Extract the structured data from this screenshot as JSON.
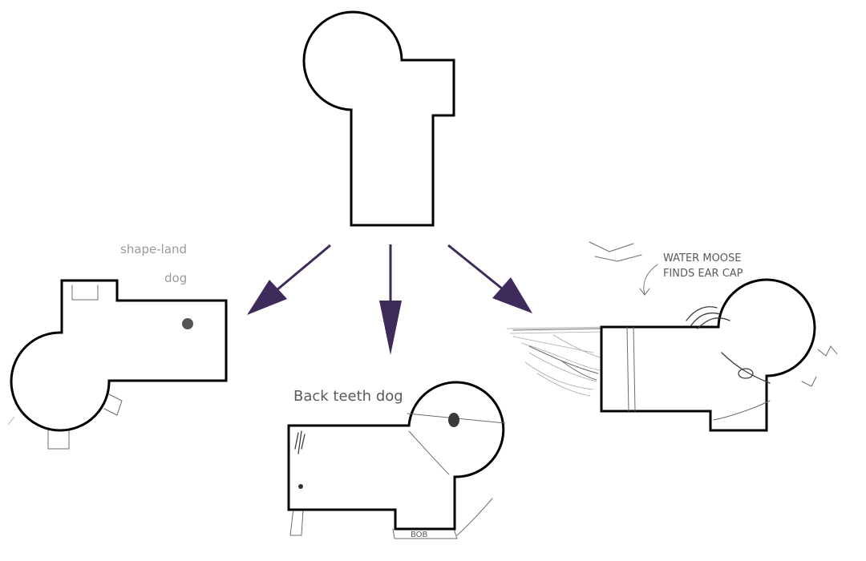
{
  "drawings": {
    "left": {
      "caption_line1": "shape-land",
      "caption_line2": "dog"
    },
    "middle": {
      "caption": "Back teeth dog",
      "tag": "BOB"
    },
    "right": {
      "caption_line1": "WATER MOOSE",
      "caption_line2": "FINDS EAR CAP"
    }
  },
  "colors": {
    "arrow": "#3f2a5c",
    "outline": "#000000",
    "pencil": "#6b6b6b"
  }
}
